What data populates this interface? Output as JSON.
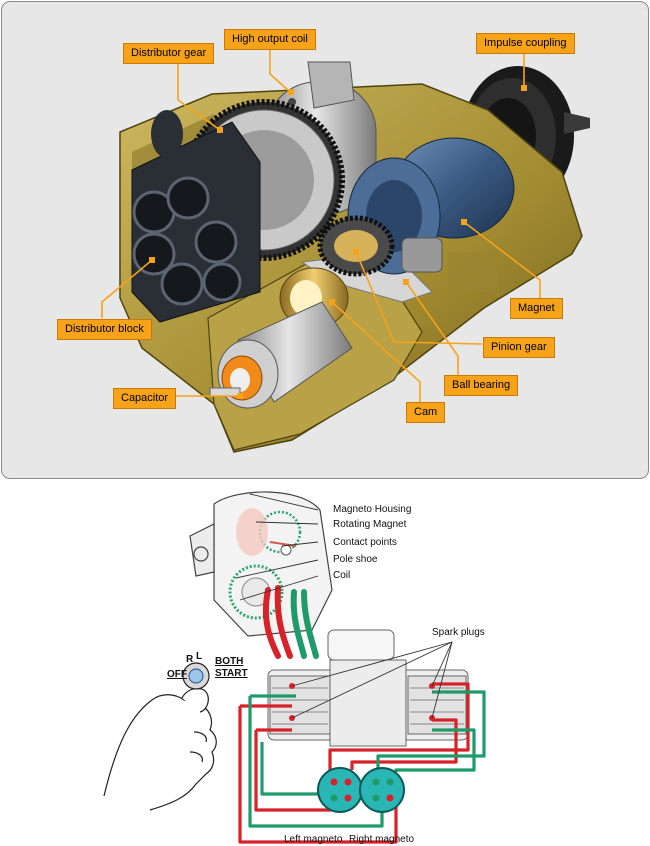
{
  "top_callouts": {
    "high_output_coil": "High output coil",
    "distributor_gear": "Distributor gear",
    "impulse_coupling": "Impulse coupling",
    "distributor_block": "Distributor block",
    "magnet": "Magnet",
    "pinion_gear": "Pinion gear",
    "ball_bearing": "Ball bearing",
    "capacitor": "Capacitor",
    "cam": "Cam"
  },
  "bottom_labels": {
    "magneto_housing": "Magneto Housing",
    "rotating_magnet": "Rotating Magnet",
    "contact_points": "Contact points",
    "pole_shoe": "Pole shoe",
    "coil": "Coil",
    "spark_plugs": "Spark plugs",
    "left_magneto": "Left magneto",
    "right_magneto": "Right magneto"
  },
  "switch": {
    "off": "OFF",
    "r": "R",
    "l": "L",
    "both": "BOTH",
    "start": "START"
  },
  "colors": {
    "callout": "#f6a31a",
    "housing": "#b29a3c",
    "magnet": "#3a5a82",
    "wire_red": "#d8222a",
    "wire_green": "#1f9a6a"
  }
}
